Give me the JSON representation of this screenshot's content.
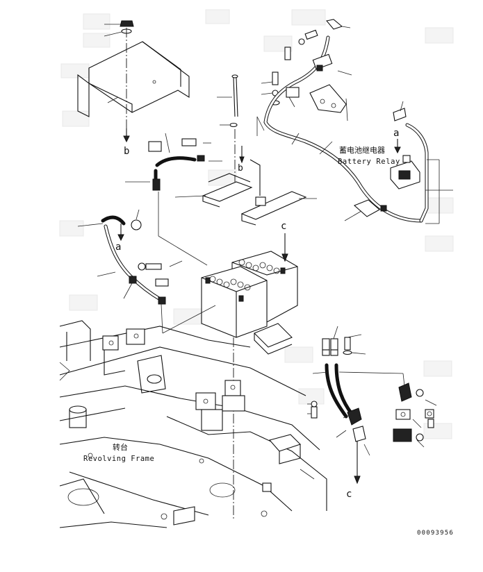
{
  "labels": {
    "arrow_b_top": "b",
    "arrow_b_mid": "b",
    "arrow_a_left": "a",
    "arrow_a_right": "a",
    "arrow_c_top": "c",
    "arrow_c_bottom": "c",
    "battery_relay_cn": "蓄电池继电器",
    "battery_relay_en": "Battery Relay",
    "revolving_frame_cn": "转台",
    "revolving_frame_en": "Revolving Frame",
    "drawing_number": "00093956"
  }
}
